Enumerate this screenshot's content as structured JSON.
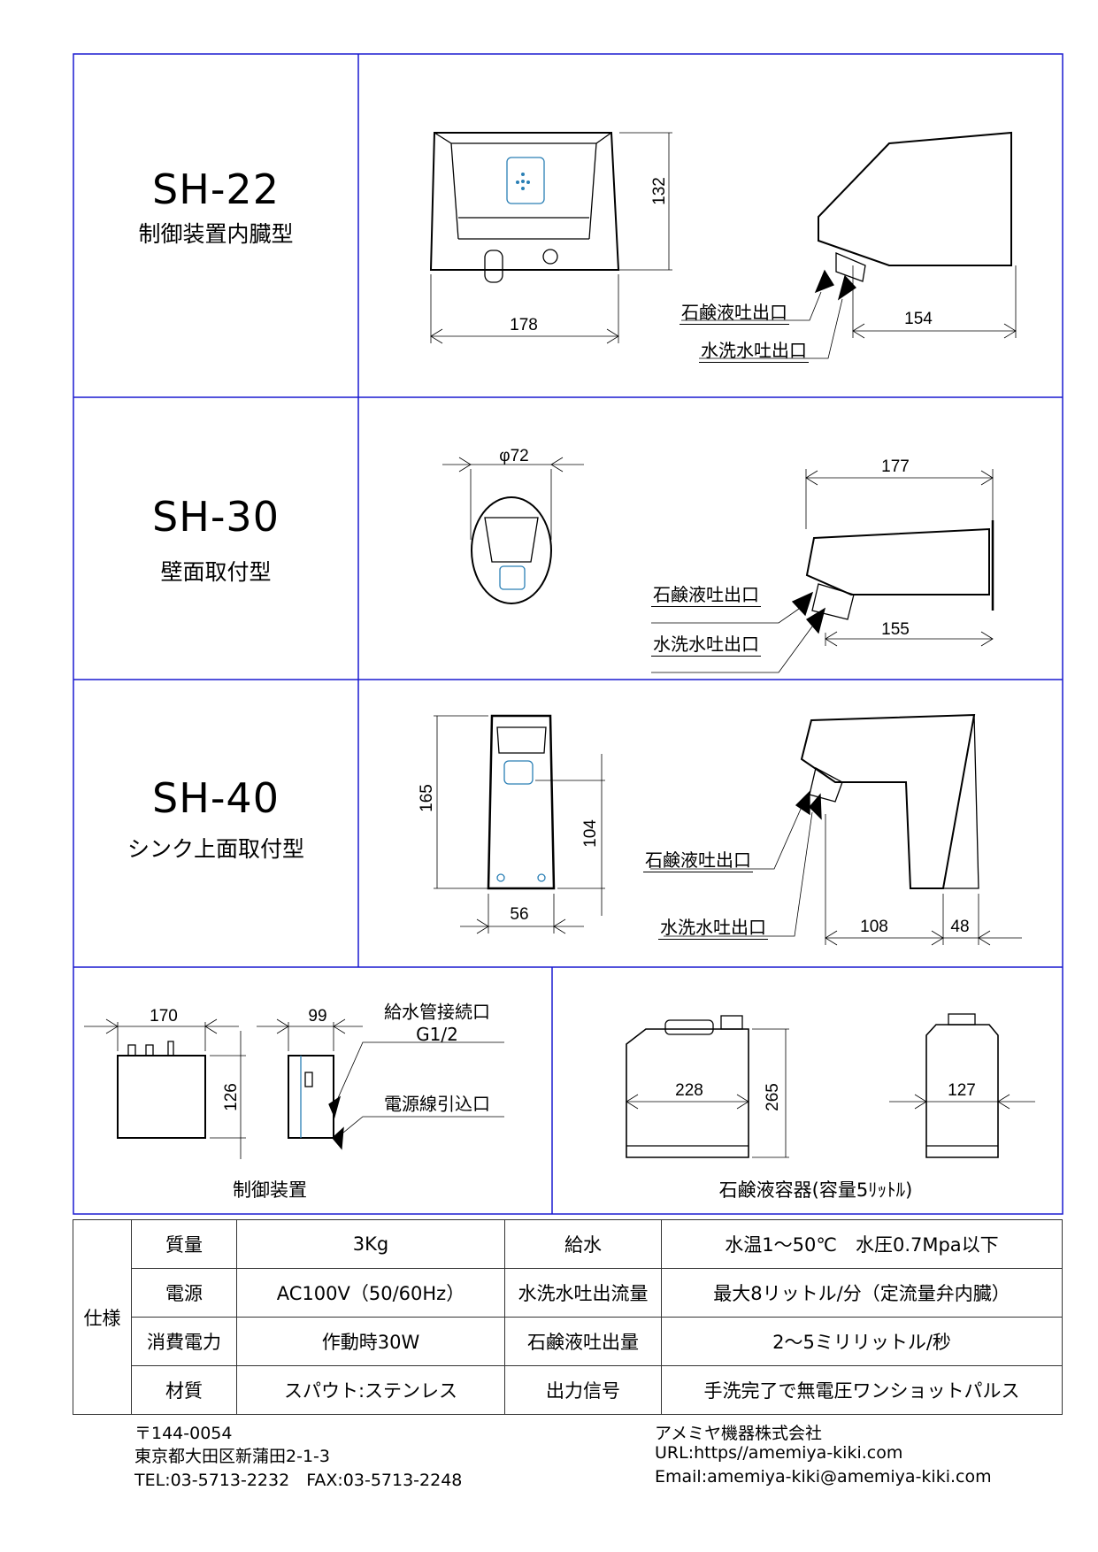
{
  "sections": {
    "sh22": {
      "model": "SH-22",
      "subtitle": "制御装置内臓型",
      "dim_height": "132",
      "dim_width": "178",
      "dim_depth": "154",
      "label_soap": "石鹸液吐出口",
      "label_water": "水洗水吐出口"
    },
    "sh30": {
      "model": "SH-30",
      "subtitle": "壁面取付型",
      "dim_diameter": "φ72",
      "dim_length": "177",
      "dim_reach": "155",
      "label_soap": "石鹸液吐出口",
      "label_water": "水洗水吐出口"
    },
    "sh40": {
      "model": "SH-40",
      "subtitle": "シンク上面取付型",
      "dim_height": "165",
      "dim_spout_height": "104",
      "dim_width": "56",
      "dim_reach": "108",
      "dim_base": "48",
      "label_soap": "石鹸液吐出口",
      "label_water": "水洗水吐出口"
    },
    "control": {
      "caption": "制御装置",
      "dim_width": "170",
      "dim_depth": "99",
      "dim_height": "126",
      "label_inlet": "給水管接続口",
      "label_inlet_size": "G1/2",
      "label_power": "電源線引込口"
    },
    "container": {
      "caption": "石鹸液容器(容量5ﾘｯﾄﾙ)",
      "dim_width": "228",
      "dim_height": "265",
      "dim_depth": "127"
    }
  },
  "spec": {
    "heading": "仕様",
    "rows": [
      {
        "k1": "質量",
        "v1": "3Kg",
        "k2": "給水",
        "v2": "水温1～50℃　水圧0.7Mpa以下"
      },
      {
        "k1": "電源",
        "v1": "AC100V（50/60Hz）",
        "k2": "水洗水吐出流量",
        "v2": "最大8リットル/分（定流量弁内臓）"
      },
      {
        "k1": "消費電力",
        "v1": "作動時30W",
        "k2": "石鹸液吐出量",
        "v2": "2～5ミリリットル/秒"
      },
      {
        "k1": "材質",
        "v1": "スパウト:ステンレス",
        "k2": "出力信号",
        "v2": "手洗完了で無電圧ワンショットパルス"
      }
    ]
  },
  "footer": {
    "postal": "〒144-0054",
    "address": "東京都大田区新蒲田2-1-3",
    "phone": "TEL:03-5713-2232　FAX:03-5713-2248",
    "company": "アメミヤ機器株式会社",
    "url": "URL:https//amemiya-kiki.com",
    "email": "Email:amemiya-kiki@amemiya-kiki.com"
  },
  "colors": {
    "frame": "#1a1ad0",
    "accent": "#2a7fb5"
  }
}
